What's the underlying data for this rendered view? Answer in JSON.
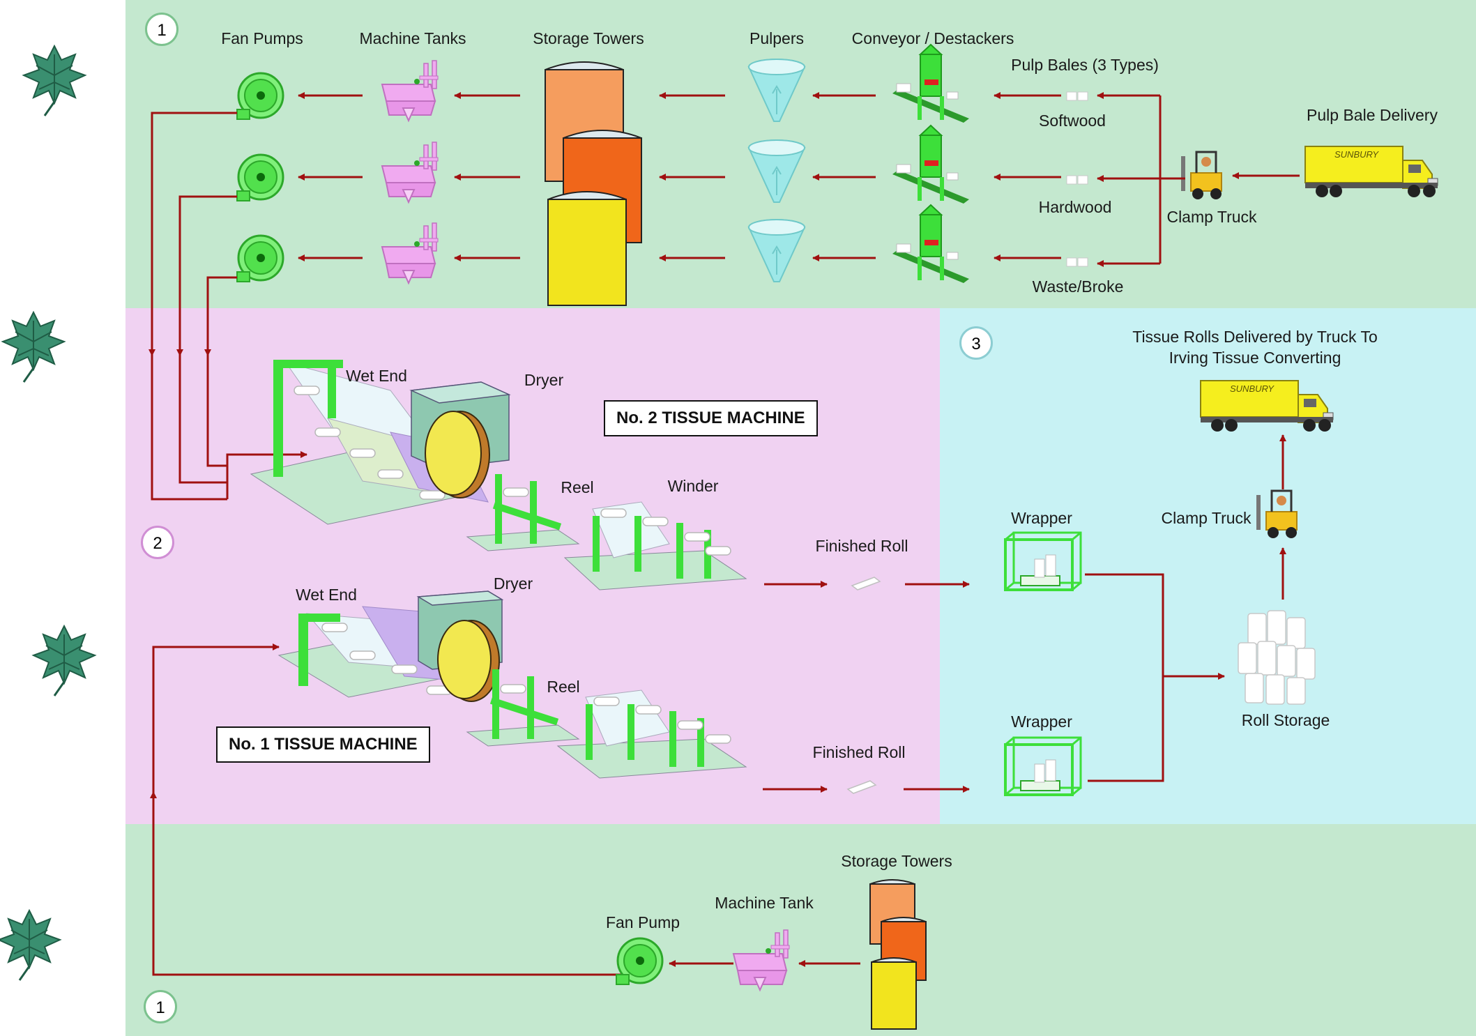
{
  "sections": {
    "top_number": "1",
    "middle_number": "2",
    "right_number": "3",
    "bottom_number": "1"
  },
  "labels": {
    "fan_pumps": "Fan Pumps",
    "machine_tanks": "Machine Tanks",
    "storage_towers": "Storage Towers",
    "pulpers": "Pulpers",
    "conveyor_destackers": "Conveyor / Destackers",
    "pulp_bales": "Pulp Bales (3 Types)",
    "softwood": "Softwood",
    "hardwood": "Hardwood",
    "waste_broke": "Waste/Broke",
    "clamp_truck_top": "Clamp Truck",
    "pulp_bale_delivery": "Pulp Bale Delivery",
    "wet_end_2": "Wet End",
    "dryer_2": "Dryer",
    "reel_2": "Reel",
    "winder": "Winder",
    "finished_roll_2": "Finished Roll",
    "wet_end_1": "Wet End",
    "dryer_1": "Dryer",
    "reel_1": "Reel",
    "finished_roll_1": "Finished Roll",
    "machine_2": "No. 2 TISSUE MACHINE",
    "machine_1": "No. 1 TISSUE MACHINE",
    "tissue_delivered_line1": "Tissue Rolls Delivered by Truck To",
    "tissue_delivered_line2": "Irving Tissue Converting",
    "clamp_truck_right": "Clamp Truck",
    "wrapper_top": "Wrapper",
    "wrapper_bottom": "Wrapper",
    "roll_storage": "Roll Storage",
    "storage_towers_bottom": "Storage Towers",
    "machine_tank_bottom": "Machine Tank",
    "fan_pump_bottom": "Fan Pump",
    "truck_brand": "SUNBURY"
  },
  "colors": {
    "green_band": "#c4e8cf",
    "pink_band": "#f0d2f2",
    "blue_band": "#c8f2f4",
    "flow_arrow": "#a01010",
    "machine_green": "#3ddf3a",
    "tower_orange_light": "#f59d5e",
    "tower_orange": "#f0661a",
    "tower_yellow": "#f2e41e",
    "pulper_cyan": "#9ee8e8",
    "tank_pink": "#f0aaf0",
    "truck_yellow": "#f5ee1e",
    "leaf": "#3a8f70"
  },
  "icons": [
    "maple-leaf-icon",
    "fan-pump-icon",
    "machine-tank-icon",
    "storage-tower-icon",
    "pulper-icon",
    "conveyor-icon",
    "pulp-bale-icon",
    "clamp-truck-icon",
    "delivery-truck-icon",
    "wrapper-icon",
    "roll-storage-icon",
    "tissue-machine-icon"
  ]
}
